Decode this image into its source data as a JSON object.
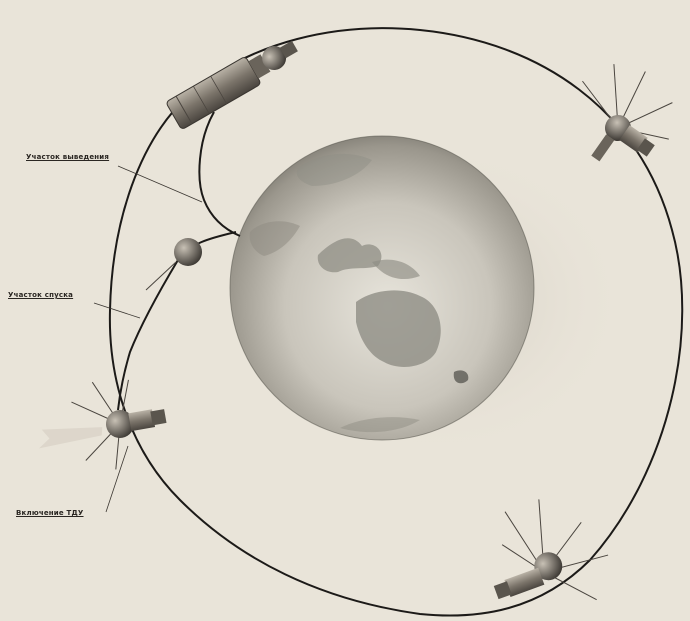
{
  "labels": {
    "launch_segment": "Участок выведения",
    "descent_segment": "Участок спуска",
    "retro_engine_ignition": "Включение ТДУ"
  },
  "colors": {
    "paper": "#e9e4d9",
    "orbit_line": "#1c1a18",
    "earth_light": "#e3e0d6",
    "earth_dark": "#7c796f",
    "land": "#8f8d84",
    "spacecraft_metal": "#8a8378"
  },
  "icons": [
    "earth-globe-icon",
    "launch-vehicle-stage-icon",
    "spacecraft-icon",
    "descent-capsule-icon"
  ]
}
